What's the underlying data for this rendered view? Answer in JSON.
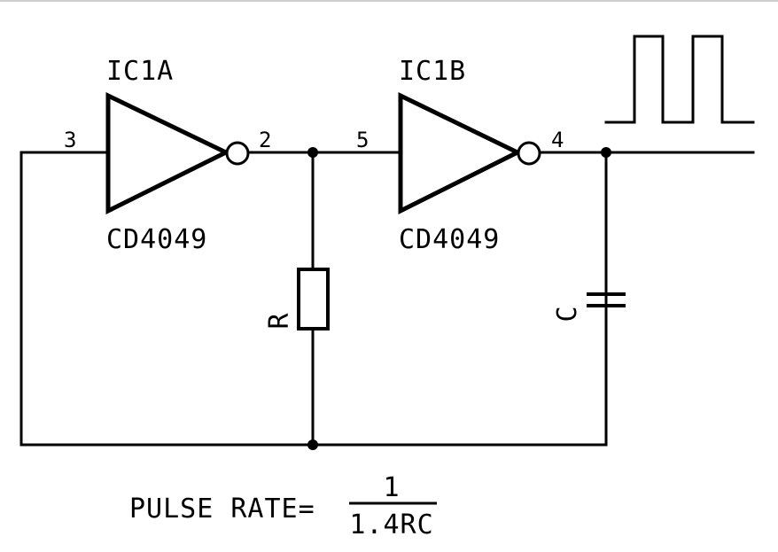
{
  "components": {
    "ic1a": {
      "name": "IC1A",
      "part": "CD4049",
      "pin_in": "3",
      "pin_out": "2"
    },
    "ic1b": {
      "name": "IC1B",
      "part": "CD4049",
      "pin_in": "5",
      "pin_out": "4"
    },
    "resistor": {
      "label": "R"
    },
    "capacitor": {
      "label": "C"
    }
  },
  "formula": {
    "label": "PULSE RATE=",
    "numerator": "1",
    "denominator": "1.4RC"
  }
}
